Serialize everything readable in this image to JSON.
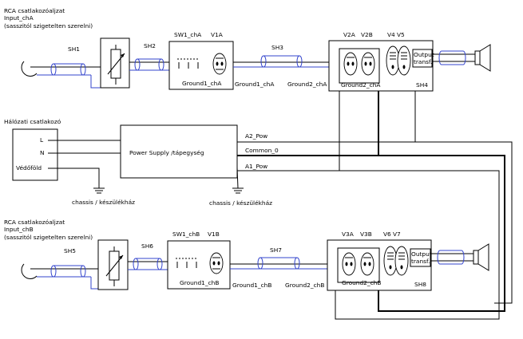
{
  "chA": {
    "input_title": "RCA csatlakozóaljzat",
    "input_name": "Input_chA",
    "input_note": "(sasszitól szigetelten szerelni)",
    "sh1": "SH1",
    "sh2": "SH2",
    "sh3": "SH3",
    "sh4": "SH4",
    "sw1": "SW1_chA",
    "v1": "V1A",
    "ground1a": "Ground1_chA",
    "ground1b": "Ground1_chA",
    "ground2a": "Ground2_chA",
    "ground2b": "Ground2_chA",
    "v2a": "V2A",
    "v2b": "V2B",
    "v4": "V4",
    "v5": "V5",
    "output1": "Output",
    "output2": "transf."
  },
  "chB": {
    "input_title": "RCA csatlakozóaljzat",
    "input_name": "Input_chB",
    "input_note": "(sasszitól szigetelten szerelni)",
    "sh5": "SH5",
    "sh6": "SH6",
    "sh7": "SH7",
    "sh8": "SH8",
    "sw1": "SW1_chB",
    "v1": "V1B",
    "ground1a": "Ground1_chB",
    "ground1b": "Ground1_chB",
    "ground2a": "Ground2_chB",
    "ground2b": "Ground2_chB",
    "v3a": "V3A",
    "v3b": "V3B",
    "v6": "V6",
    "v7": "V7",
    "output1": "Output",
    "output2": "transf."
  },
  "mains": {
    "title": "Hálózati csatlakozó",
    "l": "L",
    "n": "N",
    "pe": "Védőföld"
  },
  "psu": {
    "label": "Power Supply /tápegység",
    "a2": "A2_Pow",
    "common": "Common_0",
    "a1": "A1_Pow"
  },
  "chassis": {
    "left": "chassis / készülékház",
    "right": "chassis / készülékház"
  },
  "wire_color": "#3344cc"
}
